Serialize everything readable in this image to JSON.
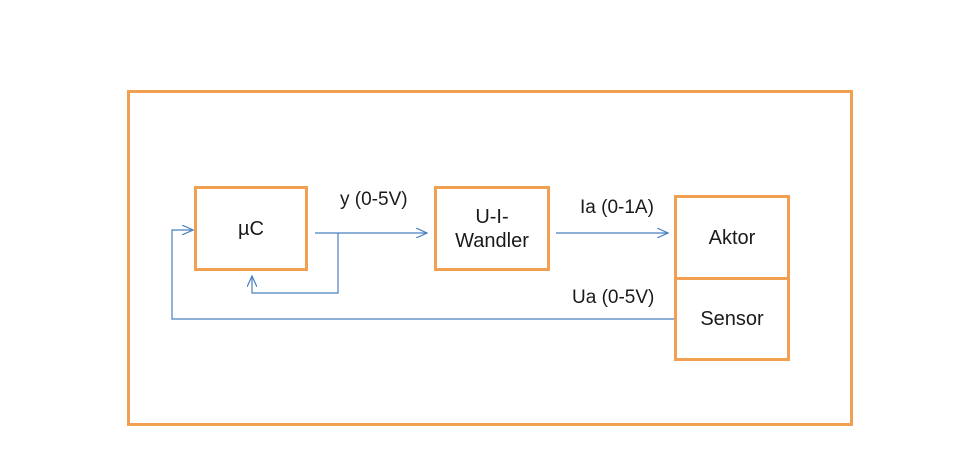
{
  "blocks": {
    "uc": "µC",
    "ui_wandler_line1": "U-I-",
    "ui_wandler_line2": "Wandler",
    "aktor": "Aktor",
    "sensor": "Sensor"
  },
  "signals": {
    "y": "y (0-5V)",
    "ia": "Ia (0-1A)",
    "ua": "Ua (0-5V)"
  },
  "colors": {
    "box_border": "#f0a050",
    "wire": "#4a7fc0"
  }
}
